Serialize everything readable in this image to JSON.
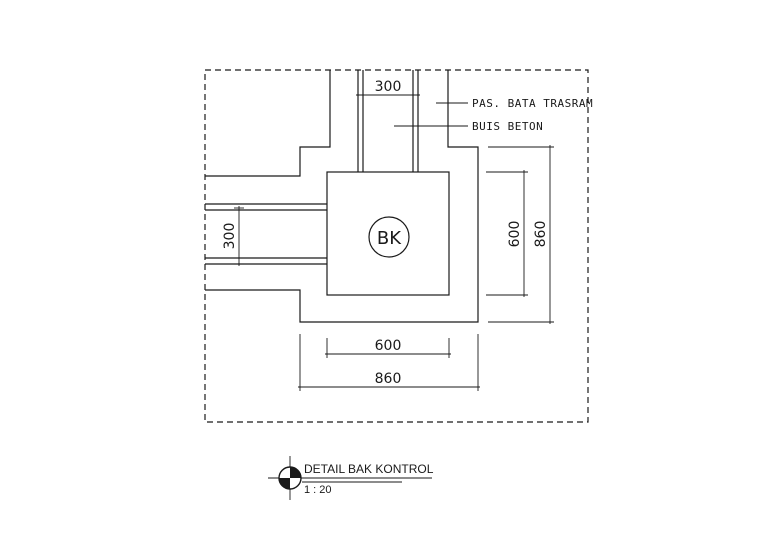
{
  "drawing": {
    "notes": {
      "brick": "PAS. BATA TRASRAM",
      "pipe": "BUIS BETON"
    },
    "box_tag": "BK",
    "dimensions": {
      "pipe_top": "300",
      "pipe_left": "300",
      "inner_vertical": "600",
      "outer_vertical": "860",
      "inner_horizontal": "600",
      "outer_horizontal": "860"
    },
    "title": {
      "name": "DETAIL BAK KONTROL",
      "scale": "1 : 20"
    }
  }
}
